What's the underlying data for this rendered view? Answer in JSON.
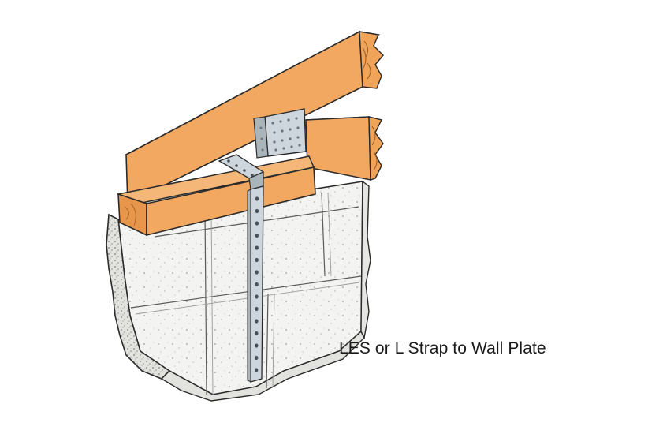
{
  "caption": "LES or L Strap to Wall Plate",
  "colors": {
    "wood": "#f2a860",
    "wood_dark": "#e1924a",
    "wood_grain": "#9a5a22",
    "concrete": "#f3f3f1",
    "concrete_shade": "#e6e6e3",
    "metal": "#cdd6dc",
    "metal_dark": "#a9b4bb",
    "outline": "#2a2a2a"
  },
  "icons": {
    "strap": "perforated-metal-strap",
    "angle": "metal-angle-connector"
  }
}
